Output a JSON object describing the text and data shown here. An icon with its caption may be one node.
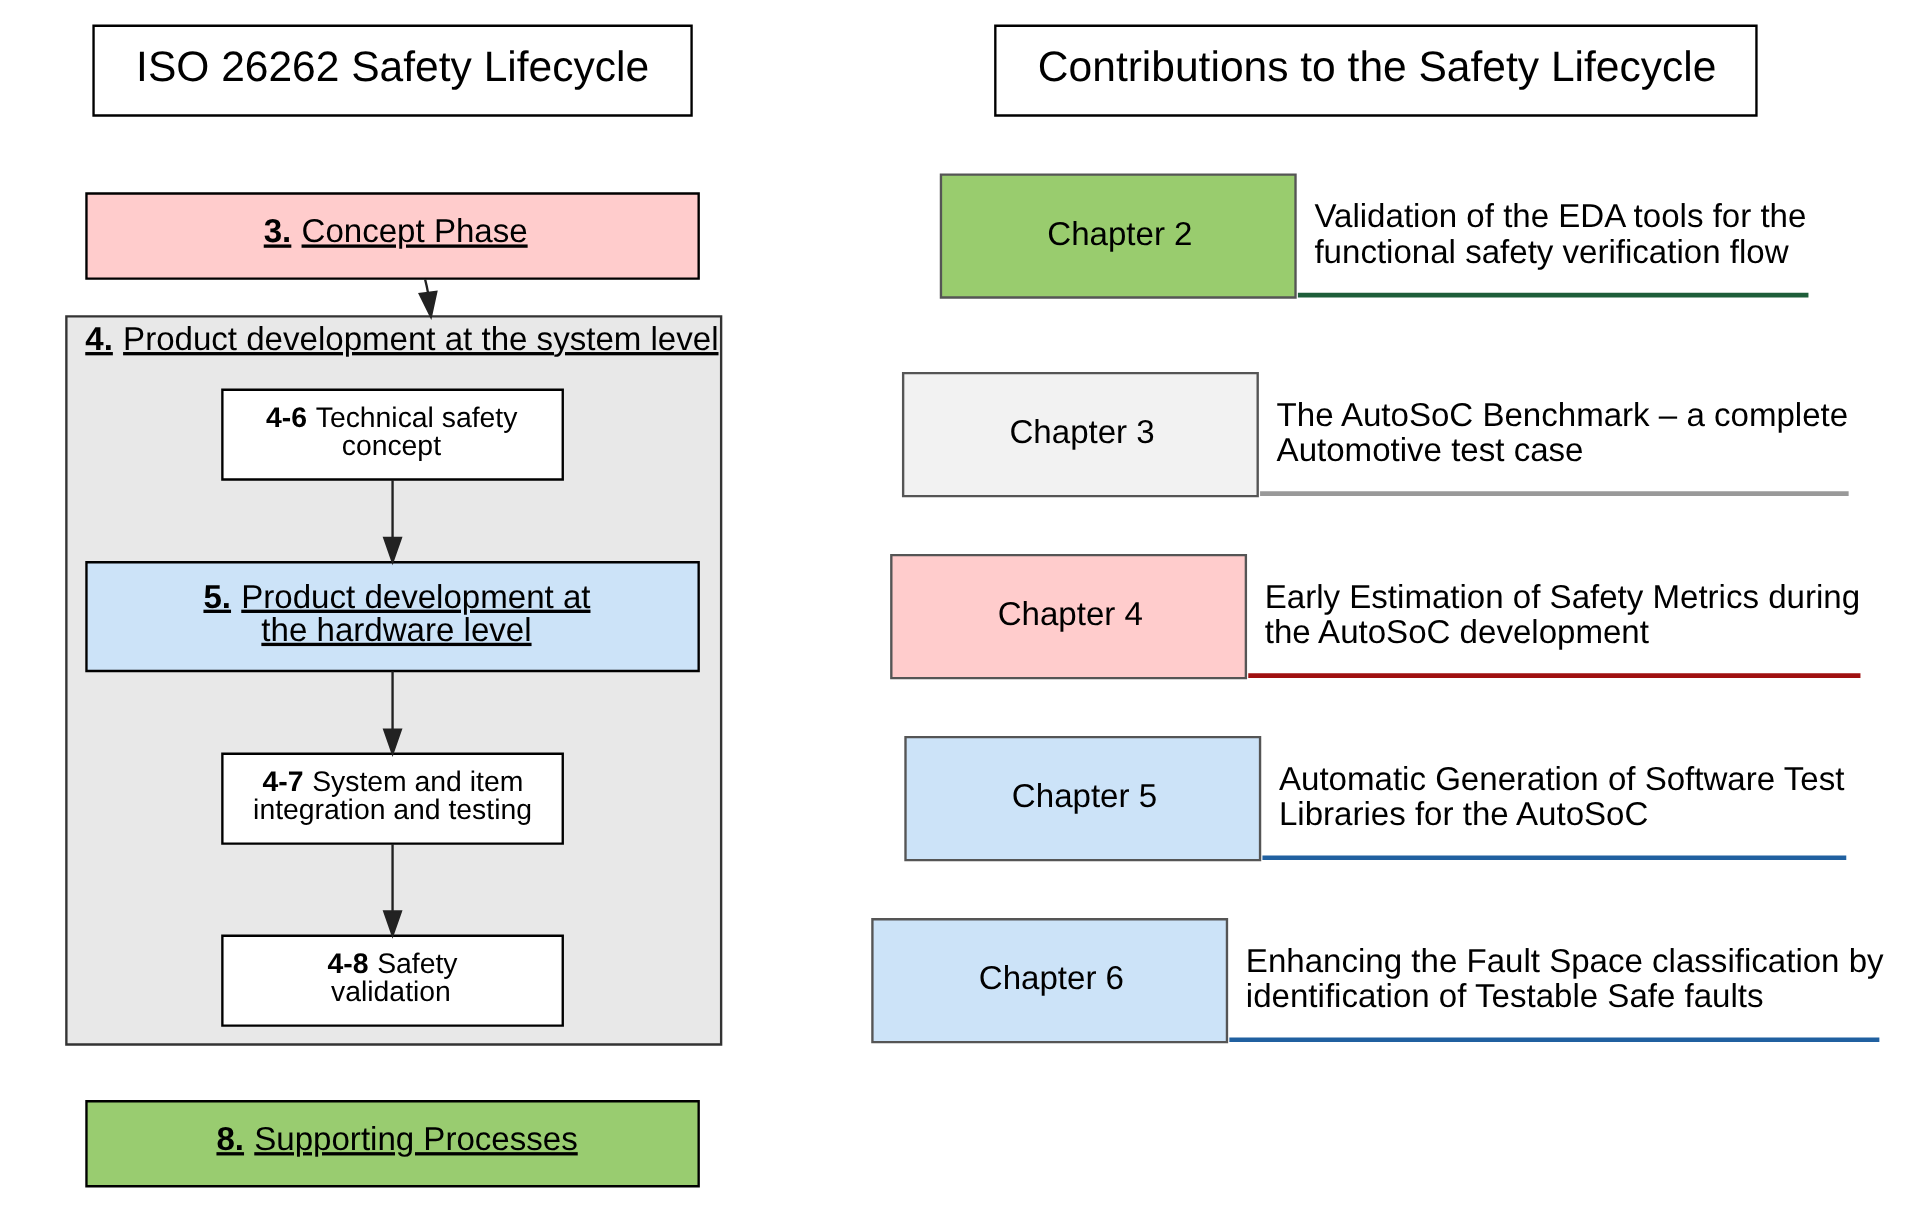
{
  "diagram": {
    "nodes": [
      {
        "text": [
          "ISO 26262 Safety Lifecycle"
        ]
      },
      {
        "text": [
          "Contributions to the Safety Lifecycle"
        ]
      },
      {
        "text": [
          "**3.** Concept Phase"
        ]
      },
      {
        "text": [
          "**4.** Product development at the system level"
        ]
      },
      {
        "text": [
          "**4-6** Technical safety concept"
        ],
        "in": 3
      },
      {
        "text": [
          "**5.** Product development at the hardware level"
        ],
        "in": 3
      },
      {
        "text": [
          "**4-7** System and item integration and testing"
        ],
        "in": 3
      },
      {
        "text": [
          "**4-8** Safety validation"
        ],
        "in": 3
      },
      {
        "text": [
          "**8.** Supporting Processes"
        ]
      },
      {
        "text": [
          "Chapter 2",
          "Validation of the EDA tools for the functional safety verification flow"
        ]
      },
      {
        "text": [
          "Chapter 3",
          "The AutoSoC Benchmark – a complete Automotive test case"
        ]
      },
      {
        "text": [
          "Chapter 4",
          "Early Estimation of Safety Metrics during the AutoSoC development"
        ]
      },
      {
        "text": [
          "Chapter 5",
          "Automatic Generation of Software Test Libraries for the AutoSoC"
        ]
      },
      {
        "text": [
          "Chapter 6",
          "Enhancing the Fault Space classification by identification of Testable Safe faults"
        ]
      }
    ],
    "edges": [
      {
        "from": 2,
        "to": 3,
        "arrow": "to"
      },
      {
        "from": 4,
        "to": 5,
        "arrow": "to"
      },
      {
        "from": 5,
        "to": 6,
        "arrow": "to"
      },
      {
        "from": 6,
        "to": 7,
        "arrow": "to"
      }
    ]
  }
}
